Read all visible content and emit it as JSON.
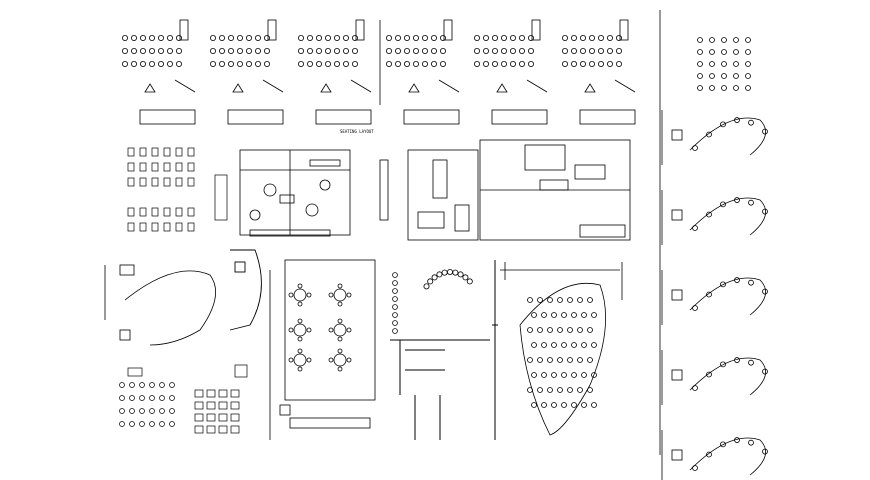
{
  "drawing": {
    "background": "#ffffff",
    "ink": "#000000",
    "label_left": "SEATING LAYOUT",
    "label_right": "",
    "footer_label": "",
    "footer_title": "",
    "stamp": ""
  },
  "blocks": {
    "classroom_rows": 6,
    "curved_lounge_count": 5,
    "auditorium": 1
  }
}
